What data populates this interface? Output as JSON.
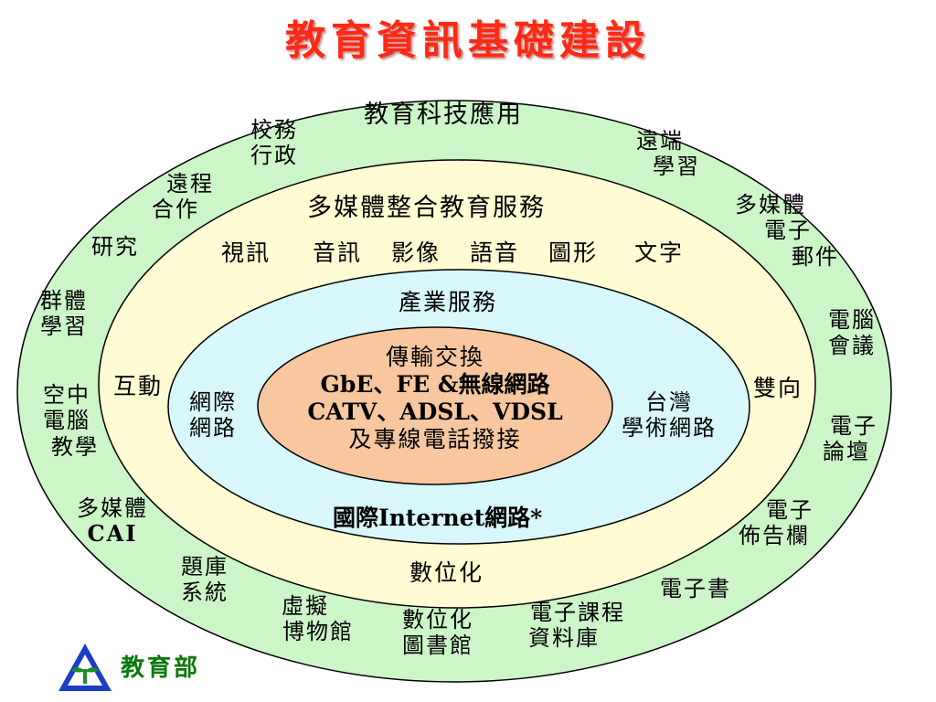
{
  "title": "教育資訊基礎建設",
  "colors": {
    "title": "#ff2a14",
    "outer_ring": "#ccf5c8",
    "middle_ring": "#fffbd2",
    "inner_ring": "#d8f7fb",
    "core": "#f8c79f",
    "ministry_text": "#0a7a0a"
  },
  "outer_ring": {
    "heading": "教育科技應用",
    "items": {
      "school_admin": [
        "校務",
        "行政"
      ],
      "remote_collab": [
        "遠程",
        "合作"
      ],
      "research": "研究",
      "group_learning": [
        "群體",
        "學習"
      ],
      "air_computer_teaching": [
        "空中",
        "電腦",
        "教學"
      ],
      "multimedia_cai": [
        "多媒體",
        "CAI"
      ],
      "question_bank": [
        "題庫",
        "系統"
      ],
      "virtual_museum": [
        "虛擬",
        "博物館"
      ],
      "digital_library": [
        "數位化",
        "圖書館"
      ],
      "course_db": [
        "電子課程",
        "資料庫"
      ],
      "ebook": "電子書",
      "bulletin": [
        "電子",
        "佈告欄"
      ],
      "forum": [
        "電子",
        "論壇"
      ],
      "video_conf": [
        "電腦",
        "會議"
      ],
      "mm_email": [
        "多媒體",
        "電子",
        "郵件"
      ],
      "remote_learning": [
        "遠端",
        "學習"
      ]
    }
  },
  "middle_ring": {
    "heading": "多媒體整合教育服務",
    "media_types": [
      "視訊",
      "音訊",
      "影像",
      "語音",
      "圖形",
      "文字"
    ],
    "left": "互動",
    "right": "雙向",
    "bottom": "數位化"
  },
  "inner_ring": {
    "heading": "產業服務",
    "left": [
      "網際",
      "網路"
    ],
    "right": [
      "台灣",
      "學術網路"
    ],
    "bottom": "國際Internet網路*"
  },
  "core": {
    "lines": [
      "傳輸交換",
      "GbE、FE &無線網路",
      "CATV、ADSL、VDSL",
      "及專線電話撥接"
    ]
  },
  "footer": {
    "ministry": "教育部",
    "logo_icon": "ministry-of-education-logo"
  }
}
